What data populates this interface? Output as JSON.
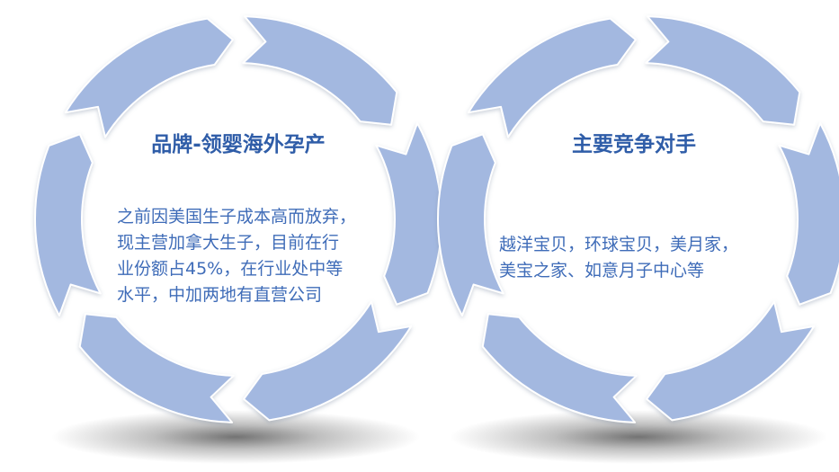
{
  "diagram": {
    "ring_color": "#a3b8e0",
    "ring_border": "#ffffff",
    "title_color": "#2f5da8",
    "text_color": "#3f6cb8",
    "panels": [
      {
        "title": "品牌-领婴海外孕产",
        "lines": [
          "之前因美国生子成本高而放弃，",
          "现主营加拿大生子，目前在行",
          "业份额占45%，在行业处中等",
          "水平，中加两地有直营公司"
        ]
      },
      {
        "title": "主要竞争对手",
        "lines": [
          "越洋宝贝，环球宝贝，美月家，",
          "美宝之家、如意月子中心等"
        ]
      }
    ]
  }
}
